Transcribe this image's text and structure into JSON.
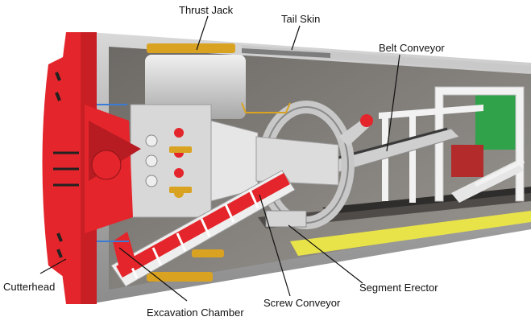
{
  "labels": {
    "thrust_jack": "Thrust Jack",
    "tail_skin": "Tail Skin",
    "belt_conveyor": "Belt Conveyor",
    "cutterhead": "Cutterhead",
    "excavation_chamber": "Excavation Chamber",
    "screw_conveyor": "Screw Conveyor",
    "segment_erector": "Segment Erector"
  },
  "colors": {
    "cutterhead_red": "#e4252b",
    "shell_grey": "#b9b9b9",
    "inner_grey": "#8e8a86",
    "jack_yellow": "#d9a321",
    "frame_white": "#f2f2f2",
    "panel_green": "#2fa24a",
    "rail_yellow": "#e9e34a",
    "label_text": "#111111"
  }
}
